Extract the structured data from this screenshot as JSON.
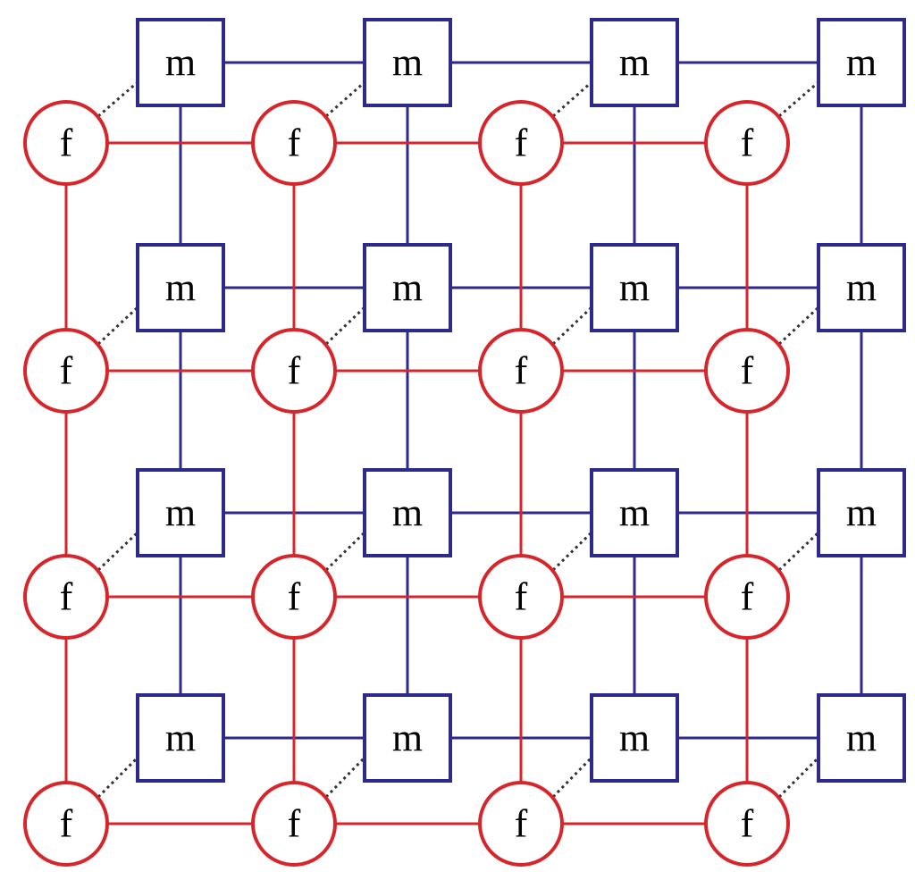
{
  "labels": {
    "male": "m",
    "female": "f"
  },
  "grid": {
    "rows": 4,
    "cols": 4
  },
  "colors": {
    "male": "#2e2a8c",
    "female": "#d7262b",
    "link": "#333333",
    "background": "#ffffff"
  },
  "shapes": {
    "male": "square",
    "female": "circle",
    "link": "dotted-line"
  }
}
